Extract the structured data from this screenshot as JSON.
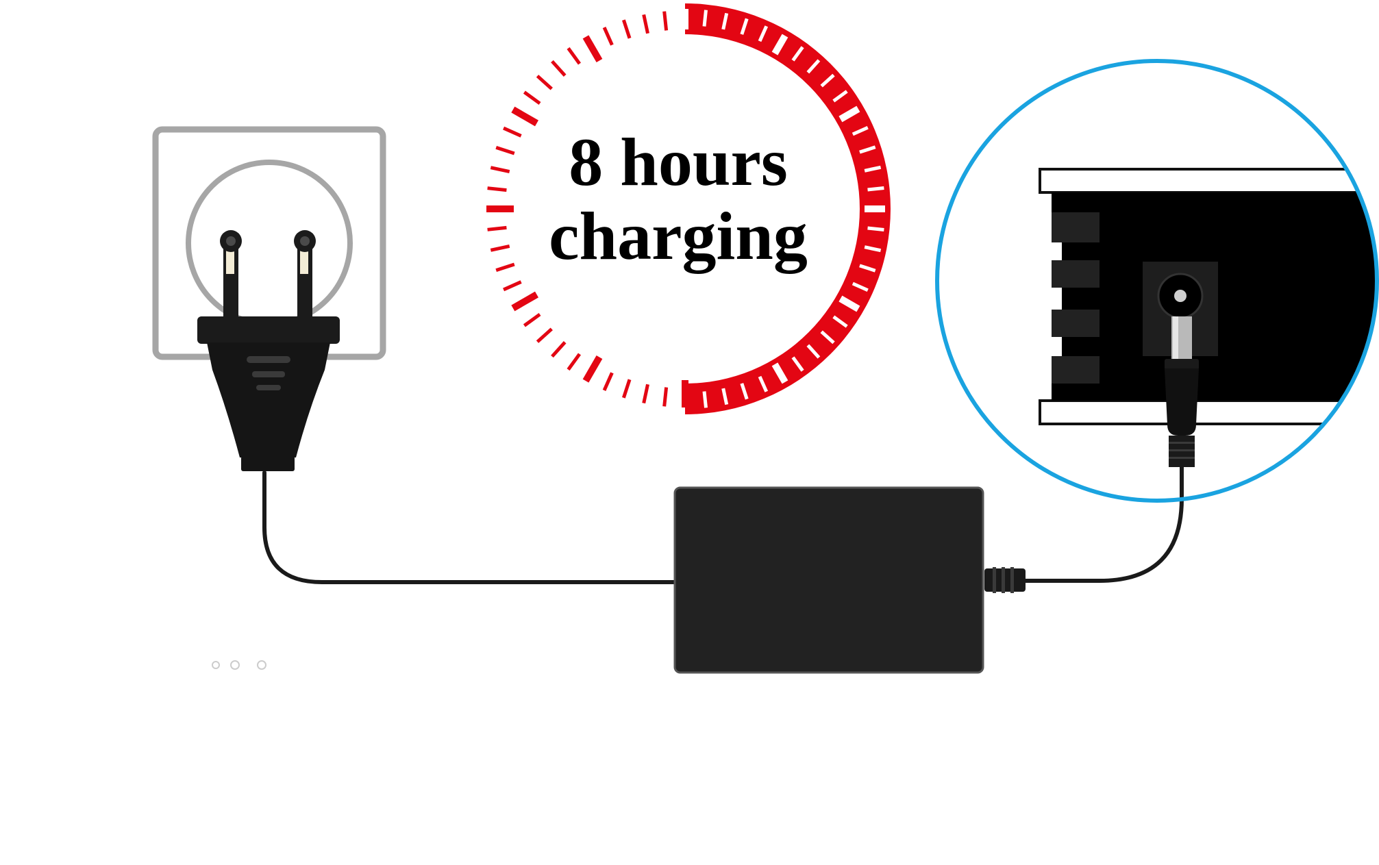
{
  "caption": {
    "line1": "8 hours",
    "line2": "charging"
  },
  "timer": {
    "filled_fraction": 0.5,
    "fill_color": "#e30613",
    "tick_color": "#e30613",
    "filled_tick_color": "#ffffff",
    "major_tick_every": 5,
    "tick_count": 60
  },
  "colors": {
    "zoom_ring": "#1aa3e0",
    "device": "#111111",
    "adapter": "#222222",
    "socket_outline": "#a6a6a6",
    "cable": "#1a1a1a"
  },
  "icons": {
    "wall_socket": "eu-wall-socket-icon",
    "plug": "eu-two-pin-plug-icon",
    "adapter": "power-adapter-brick-icon",
    "dc_connector": "dc-barrel-connector-icon",
    "timer": "clock-dial-icon"
  }
}
